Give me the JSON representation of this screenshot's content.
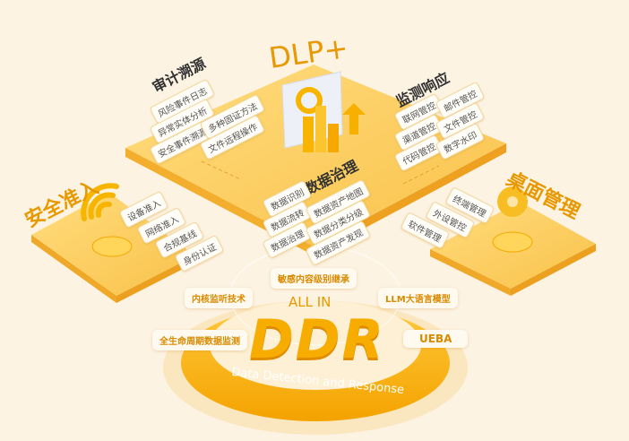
{
  "title": "DLP+",
  "sections": {
    "audit": {
      "title": "审计溯源",
      "tags_a": [
        "风险事件日志",
        "异常实体分析",
        "安全事件溯源"
      ],
      "tags_b": [
        "多种固证方法",
        "文件远程操作"
      ]
    },
    "monitor": {
      "title": "监测响应",
      "tags_a": [
        "联网管控",
        "渠道管控",
        "代码管控"
      ],
      "tags_b": [
        "邮件管控",
        "文件管控",
        "数字水印"
      ]
    },
    "governance": {
      "title": "数据治理",
      "tags_a": [
        "数据识别",
        "数据流转",
        "数据治理"
      ],
      "tags_b": [
        "数据资产地图",
        "数据分类分级",
        "数据资产发现"
      ]
    },
    "access": {
      "title": "安全准入",
      "tags": [
        "设备准入",
        "网络准入",
        "合规基线",
        "身份认证"
      ]
    },
    "desktop": {
      "title": "桌面管理",
      "tags": [
        "终端管理",
        "外设管控",
        "软件管理"
      ]
    }
  },
  "ddr": {
    "all_in": "ALL IN",
    "logo": "DDR",
    "subtitle": "Data Detection and Response",
    "features": [
      "敏感内容级别继承",
      "内核监听技术",
      "LLM大语言模型",
      "全生命周期数据监测",
      "UEBA"
    ]
  },
  "colors": {
    "accent": "#f5a800",
    "title": "#e59400",
    "text": "#444444"
  }
}
